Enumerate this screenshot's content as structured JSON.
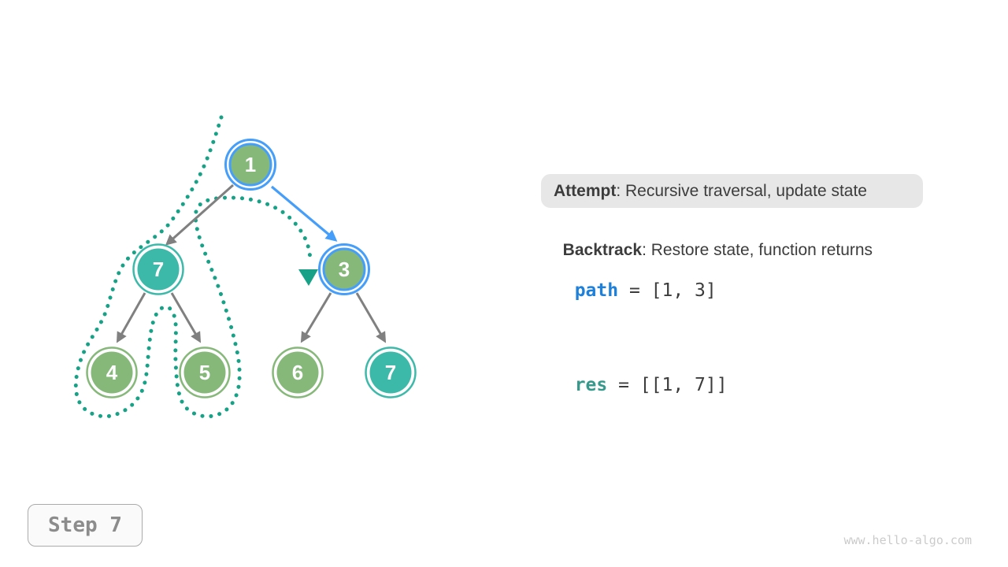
{
  "colors": {
    "node_green": "#86B87A",
    "node_teal": "#3DB9AA",
    "highlight_blue": "#459EF9",
    "edge_grey": "#808080",
    "trace_teal": "#17A287",
    "attempt_bg": "#E7E7E7",
    "text_dark": "#3C3C3C",
    "path_blue": "#1F80D9",
    "res_teal": "#37998B",
    "step_grey": "#8C8C8C",
    "watermark_grey": "#CBCBCB"
  },
  "tree": {
    "nodes": [
      {
        "label": "1",
        "color": "green",
        "highlighted": true
      },
      {
        "label": "7",
        "color": "teal",
        "highlighted": false
      },
      {
        "label": "3",
        "color": "green",
        "highlighted": true
      },
      {
        "label": "4",
        "color": "green",
        "highlighted": false
      },
      {
        "label": "5",
        "color": "green",
        "highlighted": false
      },
      {
        "label": "6",
        "color": "green",
        "highlighted": false
      },
      {
        "label": "7",
        "color": "teal",
        "highlighted": false
      }
    ],
    "edges": [
      {
        "from": "1",
        "to": "7",
        "highlighted": false
      },
      {
        "from": "1",
        "to": "3",
        "highlighted": true
      },
      {
        "from": "7",
        "to": "4",
        "highlighted": false
      },
      {
        "from": "7",
        "to": "5",
        "highlighted": false
      },
      {
        "from": "3",
        "to": "6",
        "highlighted": false
      },
      {
        "from": "3",
        "to": "7",
        "highlighted": false
      }
    ],
    "traversal_trace": "dotted loop around subtree 7-4-5 ending with arrowhead at node 3"
  },
  "legend": {
    "attempt_label": "Attempt",
    "attempt_text": ": Recursive traversal, update state",
    "backtrack_label": "Backtrack",
    "backtrack_text": ": Restore state, function returns"
  },
  "state": {
    "path_var": "path",
    "path_value": " = [1, 3]",
    "res_var": "res",
    "res_value": " = [[1, 7]]"
  },
  "step_indicator": {
    "label": "Step 7"
  },
  "watermark": "www.hello-algo.com"
}
